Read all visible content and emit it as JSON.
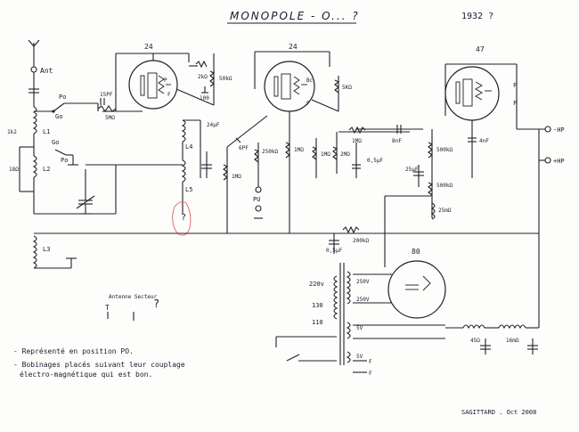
{
  "title": "MONOPOLE - O... ?",
  "year": "1932 ?",
  "tubes": {
    "t1": "24",
    "t2": "24",
    "t3": "47",
    "t4": "80"
  },
  "labels": {
    "ant": "Ant",
    "po": "Po",
    "go": "Go",
    "go2": "Go",
    "po2": "Po",
    "l1": "L1",
    "l2": "L2",
    "l3": "L3",
    "l4": "L4",
    "l5": "L5",
    "r_1k2": "1k2",
    "r_18": "18Ω",
    "c_15pf": "15PF",
    "r_5m": "5MΩ",
    "r_2k": "2kΩ",
    "r_50k": "50kΩ",
    "c_100": "100",
    "r_5k": "5KΩ",
    "pu": "PU",
    "r_1m_a": "1MΩ",
    "r_1m_b": "1MΩ",
    "r_1m_c": "1MΩ",
    "r_1m_d": "1MΩ",
    "r_2m": "2MΩ",
    "r_250": "250kΩ",
    "c_6pf": "6PF",
    "c_8nf": "8nF",
    "c_4nf": "4nF",
    "c_25": "25μF",
    "r_500": "500kΩ",
    "r_500b": "500kΩ",
    "r_25": "25mΩ",
    "hp_minus": "-HP",
    "hp_plus": "+HP",
    "f1": "F",
    "f2": "F",
    "r_200": "200kΩ",
    "c_05": "0,5μF",
    "v220": "220v",
    "v130": "130",
    "v110": "110",
    "v250a": "250V",
    "v250b": "250V",
    "v5a": "5V",
    "v5b": "5V",
    "h45": "45Ω",
    "h16": "16mΩ",
    "ant_sect": "Antenne Secteur",
    "t_mark": "T",
    "q_mark": "?",
    "c_24": "24μF"
  },
  "notes": {
    "n1": "- Représenté en position PO.",
    "n2": "- Bobinages placés suivant leur couplage",
    "n3": "électro-magnétique qui est bon."
  },
  "signature": "SAGITTARD . Oct 2008",
  "colors": {
    "ink": "#1f1f2a",
    "circle": "#e0707a"
  }
}
